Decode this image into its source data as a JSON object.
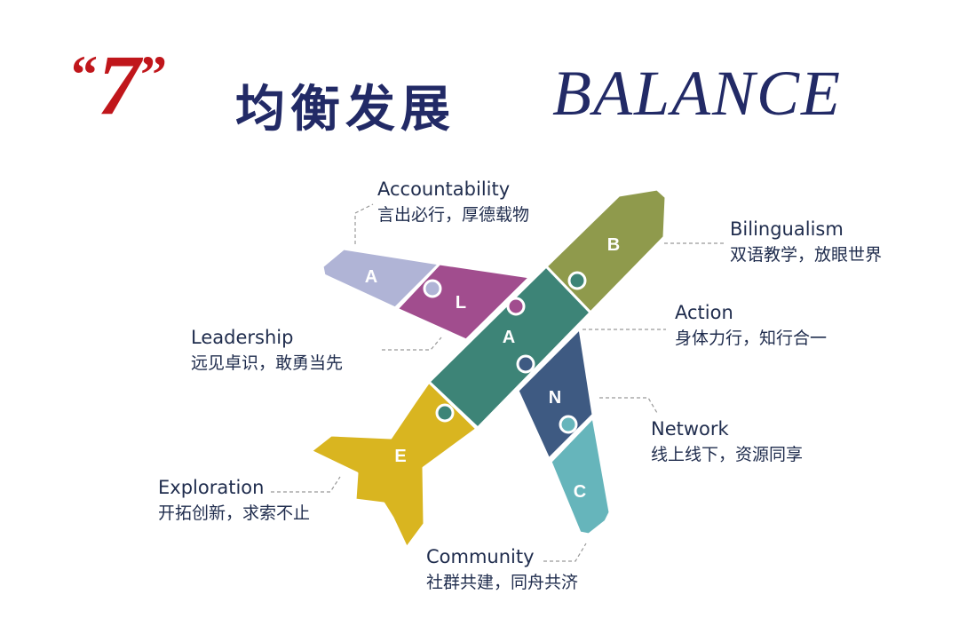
{
  "title": {
    "quote_open": "“",
    "number": "7",
    "quote_close": "”",
    "chinese": "均衡发展",
    "english": "BALANCE"
  },
  "pieces": [
    {
      "id": "accountability",
      "letter": "A",
      "color": "#b0b4d6"
    },
    {
      "id": "leadership",
      "letter": "L",
      "color": "#a14d8e"
    },
    {
      "id": "action",
      "letter": "A",
      "color": "#3d8477"
    },
    {
      "id": "bilingualism",
      "letter": "B",
      "color": "#8f9a4c"
    },
    {
      "id": "network",
      "letter": "N",
      "color": "#3e5a82"
    },
    {
      "id": "community",
      "letter": "C",
      "color": "#66b5bb"
    },
    {
      "id": "exploration",
      "letter": "E",
      "color": "#d9b520"
    }
  ],
  "labels": {
    "accountability": {
      "en": "Accountability",
      "cn": "言出必行，厚德载物"
    },
    "bilingualism": {
      "en": "Bilingualism",
      "cn": "双语教学，放眼世界"
    },
    "action": {
      "en": "Action",
      "cn": "身体力行，知行合一"
    },
    "leadership": {
      "en": "Leadership",
      "cn": "远见卓识，敢勇当先"
    },
    "network": {
      "en": "Network",
      "cn": "线上线下，资源同享"
    },
    "exploration": {
      "en": "Exploration",
      "cn": "开拓创新，求索不止"
    },
    "community": {
      "en": "Community",
      "cn": "社群共建，同舟共济"
    }
  }
}
